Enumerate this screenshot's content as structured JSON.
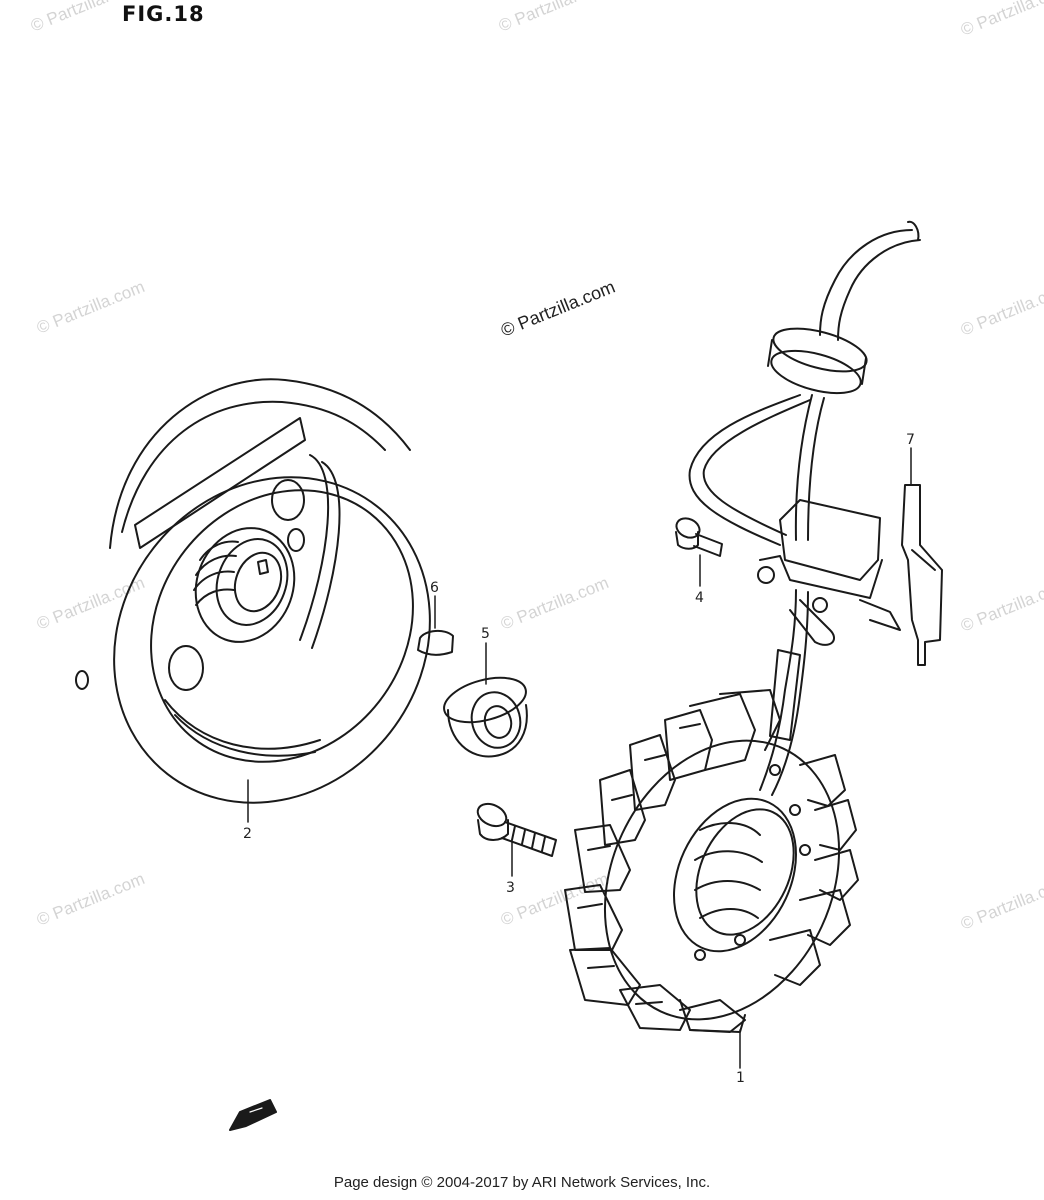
{
  "figure": {
    "title": "FIG.18",
    "watermark": "© Partzilla.com",
    "watermark_main": "© Partzilla.com",
    "parts": [
      {
        "ref": "1"
      },
      {
        "ref": "2"
      },
      {
        "ref": "3"
      },
      {
        "ref": "4"
      },
      {
        "ref": "5"
      },
      {
        "ref": "6"
      },
      {
        "ref": "7"
      }
    ]
  },
  "footer": {
    "text": "Page design © 2004-2017 by ARI Network Services, Inc."
  }
}
